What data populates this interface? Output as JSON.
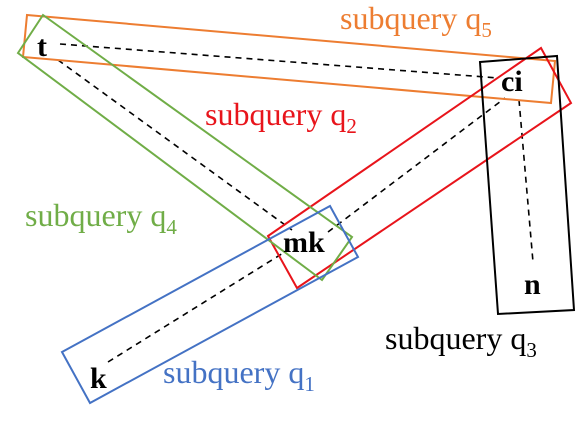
{
  "nodes": [
    {
      "id": "t",
      "label": "t"
    },
    {
      "id": "ci",
      "label": "ci"
    },
    {
      "id": "mk",
      "label": "mk"
    },
    {
      "id": "n",
      "label": "n"
    },
    {
      "id": "k",
      "label": "k"
    }
  ],
  "edges": [
    {
      "from": "t",
      "to": "ci"
    },
    {
      "from": "t",
      "to": "mk"
    },
    {
      "from": "mk",
      "to": "ci"
    },
    {
      "from": "ci",
      "to": "n"
    },
    {
      "from": "k",
      "to": "mk"
    }
  ],
  "subqueries": [
    {
      "id": "q1",
      "prefix": "subquery q",
      "index": "1",
      "color": "#4472c4",
      "members": [
        "k",
        "mk"
      ]
    },
    {
      "id": "q2",
      "prefix": "subquery q",
      "index": "2",
      "color": "#e8141b",
      "members": [
        "mk",
        "ci"
      ]
    },
    {
      "id": "q3",
      "prefix": "subquery q",
      "index": "3",
      "color": "#000000",
      "members": [
        "ci",
        "n"
      ]
    },
    {
      "id": "q4",
      "prefix": "subquery q",
      "index": "4",
      "color": "#70ad47",
      "members": [
        "t",
        "mk"
      ]
    },
    {
      "id": "q5",
      "prefix": "subquery q",
      "index": "5",
      "color": "#ed7d31",
      "members": [
        "t",
        "ci"
      ]
    }
  ]
}
